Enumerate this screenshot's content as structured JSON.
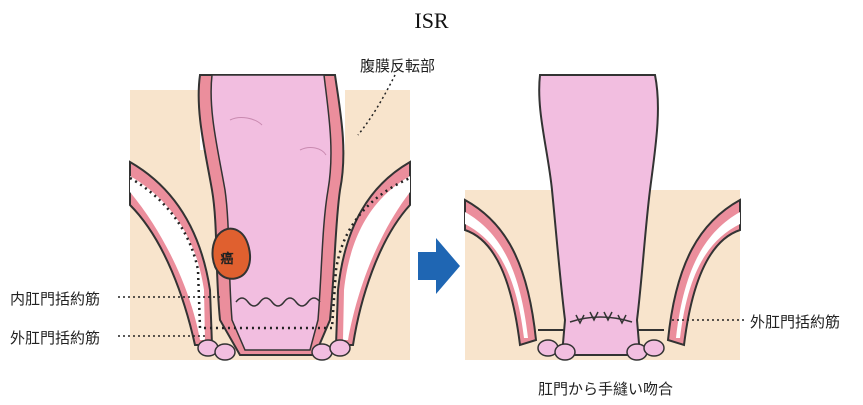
{
  "title": "ISR",
  "labels": {
    "peritoneal_reflection": "腹膜反転部",
    "internal_sphincter": "内肛門括約筋",
    "external_sphincter_left": "外肛門括約筋",
    "external_sphincter_right": "外肛門括約筋",
    "anal_suture": "肛門から手縫い吻合",
    "cancer": "癌"
  },
  "colors": {
    "tissue_beige": "#f8e4cc",
    "muscle_pink": "#eb8e9c",
    "rectum_pink": "#f2bee0",
    "tumor_orange": "#e0602f",
    "arrow_blue": "#1f66b3",
    "outline": "#333333"
  }
}
